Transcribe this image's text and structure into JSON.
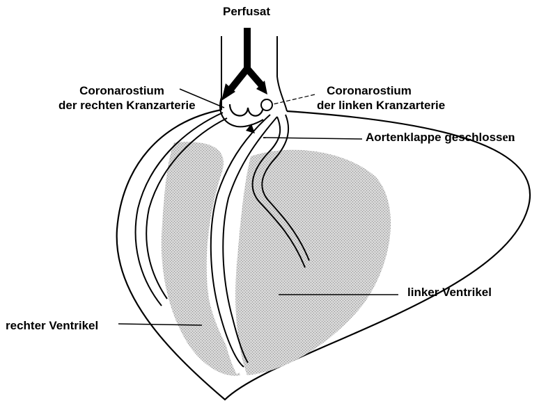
{
  "labels": {
    "perfusate": "Perfusat",
    "right_ostium_line1": "Coronarostium",
    "right_ostium_line2": "der rechten Kranzarterie",
    "left_ostium_line1": "Coronarostium",
    "left_ostium_line2": "der linken Kranzarterie",
    "valve_main": "Aortenklappe geschloss",
    "valve_suffix": "en",
    "left_ventricle": "linker Ventrikel",
    "right_ventricle": "rechter Ventrikel"
  },
  "colors": {
    "outline": "#000000",
    "tissue": "#c8c8c8",
    "background": "#ffffff"
  }
}
